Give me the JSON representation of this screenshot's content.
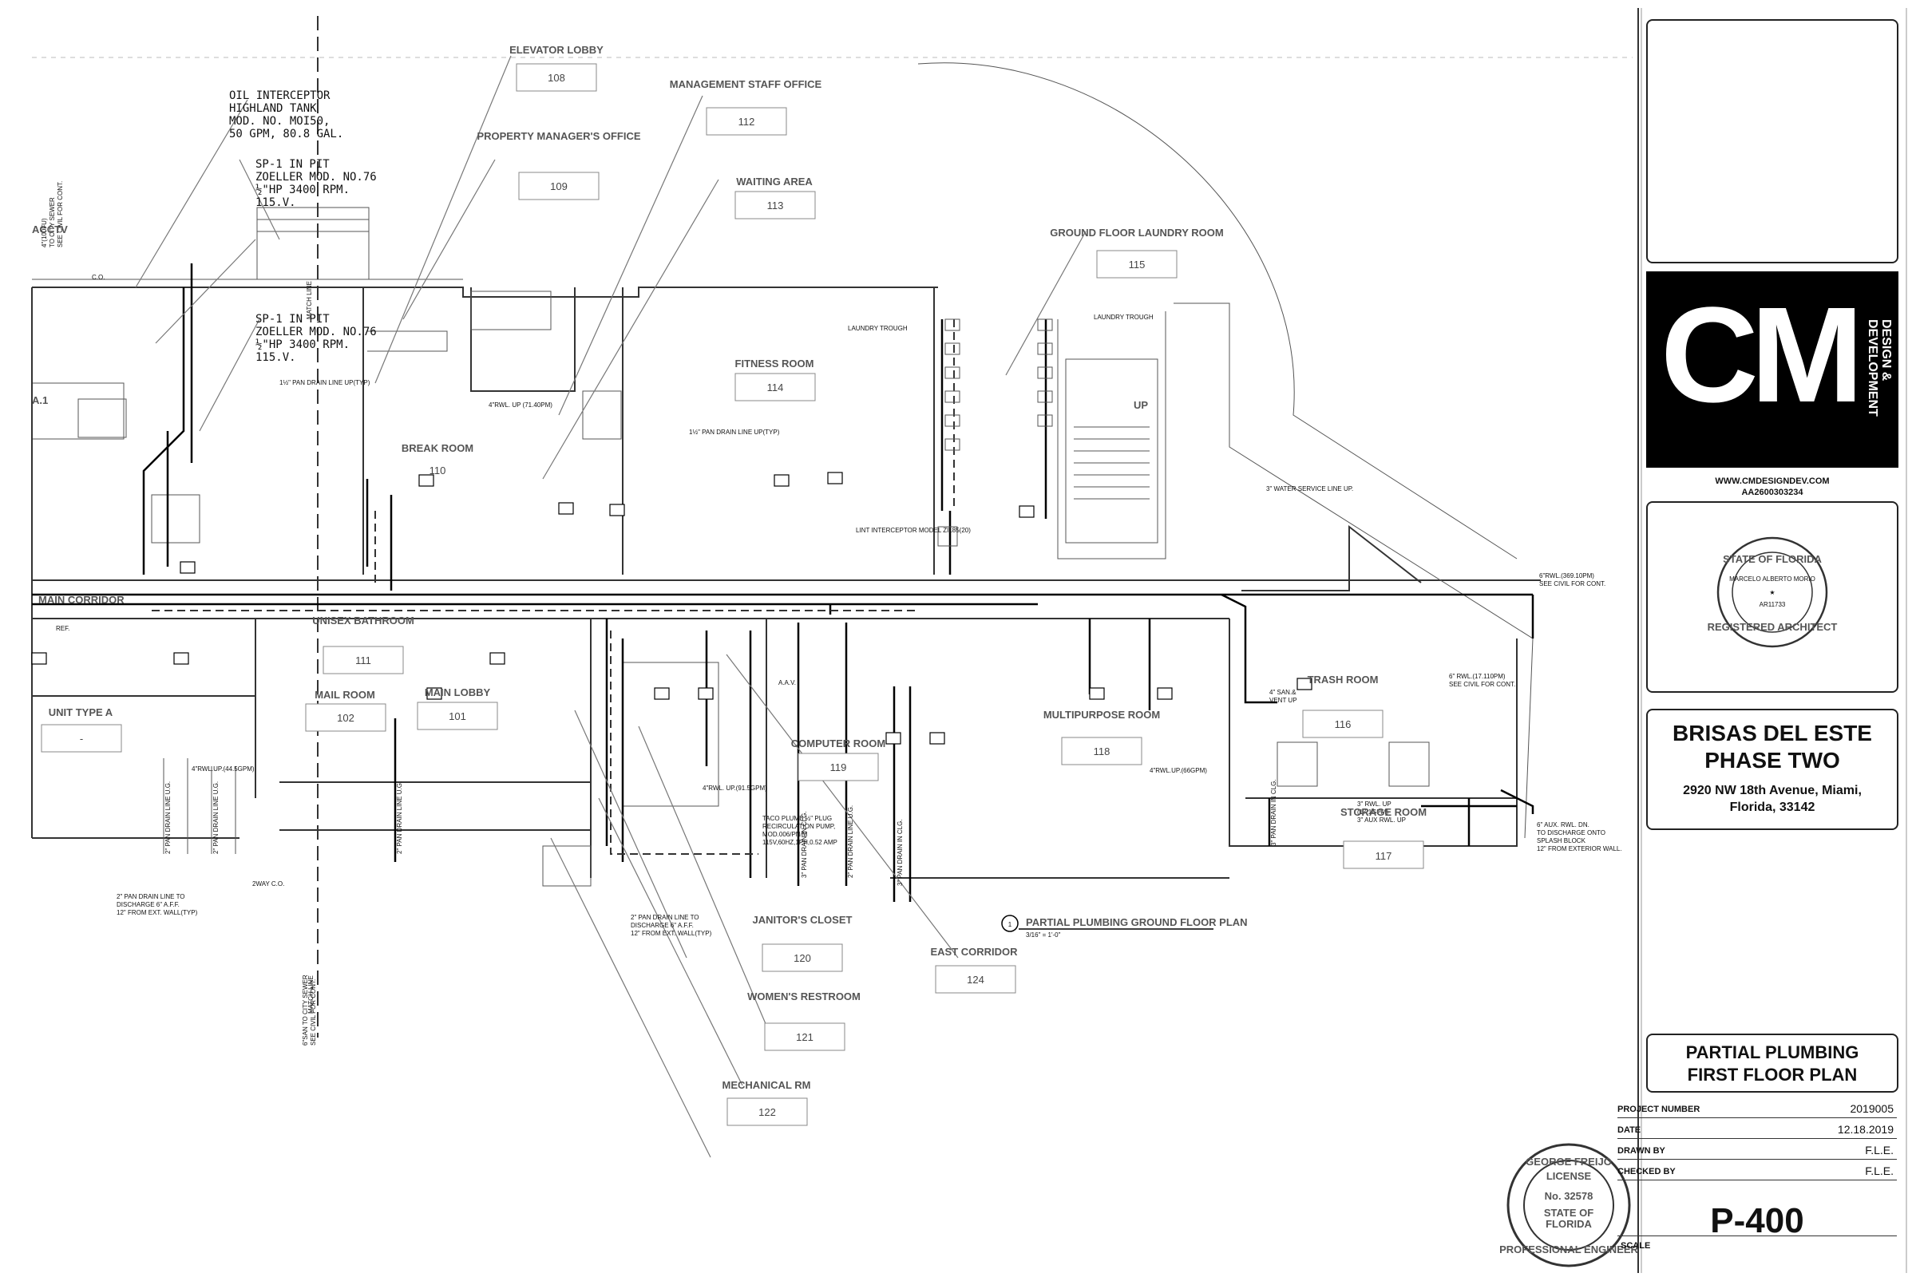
{
  "rooms": [
    {
      "name": "ELEVATOR LOBBY",
      "number": "108"
    },
    {
      "name": "MANAGEMENT STAFF OFFICE",
      "number": "112"
    },
    {
      "name": "PROPERTY MANAGER'S OFFICE",
      "number": "109"
    },
    {
      "name": "WAITING AREA",
      "number": "113"
    },
    {
      "name": "GROUND FLOOR LAUNDRY ROOM",
      "number": "115"
    },
    {
      "name": "FITNESS ROOM",
      "number": "114"
    },
    {
      "name": "BREAK ROOM",
      "number": "110"
    },
    {
      "name": "UNISEX BATHROOM",
      "number": "111"
    },
    {
      "name": "MAIL ROOM",
      "number": "102"
    },
    {
      "name": "MAIN LOBBY",
      "number": "101"
    },
    {
      "name": "UNIT TYPE A",
      "number": "-"
    },
    {
      "name": "COMPUTER ROOM",
      "number": "119"
    },
    {
      "name": "MULTIPURPOSE ROOM",
      "number": "118"
    },
    {
      "name": "TRASH ROOM",
      "number": "116"
    },
    {
      "name": "STORAGE ROOM",
      "number": "117"
    },
    {
      "name": "JANITOR'S CLOSET",
      "number": "120"
    },
    {
      "name": "EAST CORRIDOR",
      "number": "124"
    },
    {
      "name": "WOMEN'S RESTROOM",
      "number": "121"
    },
    {
      "name": "MECHANICAL RM",
      "number": "122"
    }
  ],
  "plan_labels": {
    "main_corridor": "MAIN CORRIDOR",
    "acctv": "ACCTV",
    "match_line": "MATCH LINE",
    "up": "UP",
    "co": "C.O.",
    "unit_a1": "A.1",
    "ref": "REF."
  },
  "notes": {
    "oil_interceptor": [
      "OIL INTERCEPTOR",
      "HIGHLAND TANK",
      "MOD. NO. MOI50,",
      "50 GPM, 80.8 GAL."
    ],
    "sp1_a": [
      "SP-1 IN PIT",
      "ZOELLER MOD. NO.76",
      "½\"HP 3400 RPM.",
      "115.V."
    ],
    "sp1_b": [
      "SP-1 IN PIT",
      "ZOELLER MOD. NO.76",
      "½\"HP 3400 RPM.",
      "115.V."
    ],
    "laundry_trough_1": "LAUNDRY TROUGH",
    "laundry_trough_2": "LAUNDRY TROUGH",
    "water_service": "3\" WATER SERVICE LINE UP.",
    "lint_interceptor": "LINT INTERCEPTOR MODEL ZI185(20)",
    "pan_drain_1": "1½\" PAN DRAIN LINE UP(TYP)",
    "pan_drain_2": "1½\" PAN DRAIN LINE UP(TYP)",
    "rwl_3": "4\"RWL. UP (71.40PM)",
    "pan_drain_discharge_1": [
      "2\" PAN DRAIN LINE TO",
      "DISCHARGE 6\" A.F.F.",
      "12\" FROM EXT. WALL(TYP)"
    ],
    "pan_drain_discharge_2": [
      "2\" PAN DRAIN LINE TO",
      "DISCHARGE 6\" A.F.F.",
      "12\" FROM EXT. WALL(TYP)"
    ],
    "taco_pump": [
      "TACO PLUMB ½\" PLUG",
      "RECIRCULATION PUMP,",
      "MOD.006/PN/M",
      "115V,60HZ,1PH,0.52 AMP"
    ],
    "aux_rwl": [
      "6\" AUX. RWL. DN.",
      "TO DISCHARGE ONTO",
      "SPLASH BLOCK",
      "12\" FROM EXTERIOR WALL."
    ],
    "rwl_see_civil_1": [
      "6\"RWL.(369.10PM)",
      "SEE CIVIL FOR CONT."
    ],
    "rwl_see_civil_2": [
      "6\" RWL.(17.110PM)",
      "SEE CIVIL FOR CONT."
    ],
    "rwl_up_66": "4\"RWL.UP.(66GPM)",
    "rwl_up_91": "4\"RWL. UP.(91.5GPM)",
    "rwl_up_44": "4\"RWL.UP.(44.5GPM)",
    "aav": "A.A.V.",
    "twoway_co": "2WAY C.O.",
    "san_vent": [
      "4\" SAN.&",
      "VENT UP"
    ],
    "to_city_sewer": [
      "6\"SAN TO CITY SEWER",
      "SEE CIVIL FOR CONT."
    ],
    "to_city_sewer_2": [
      "4\"(100FU)",
      "TO CITY SEWER",
      "SEE CIVIL FOR CONT."
    ],
    "rwl_3_up": [
      "3\" RWL. UP",
      "(17.1GPM)",
      "3\" AUX RWL. UP"
    ],
    "pan_drain_in_cl": "3\" PAN DRAIN IN CLG.",
    "pan_drain_uc": "2\" PAN DRAIN LINE U.G."
  },
  "plan_caption": {
    "number": "1",
    "title": "PARTIAL PLUMBING GROUND FLOOR PLAN",
    "scale": "3/16\" = 1'-0\""
  },
  "title_block": {
    "logo_letters": "CM",
    "logo_subtitle": "DESIGN & DEVELOPMENT",
    "website": "WWW.CMDESIGNDEV.COM",
    "license_no": "AA2600303234",
    "architect_seal": {
      "outer_top": "STATE OF FLORIDA",
      "name": "MARCELO ALBERTO MORIO",
      "number": "AR11733",
      "outer_bottom": "REGISTERED ARCHITECT"
    },
    "project_name_line1": "BRISAS DEL ESTE",
    "project_name_line2": "PHASE TWO",
    "address_line1": "2920 NW 18th Avenue, Miami,",
    "address_line2": "Florida, 33142",
    "sheet_title_line1": "PARTIAL PLUMBING",
    "sheet_title_line2": "FIRST FLOOR PLAN",
    "project_number_label": "PROJECT NUMBER",
    "project_number": "2019005",
    "date_label": "DATE",
    "date": "12.18.2019",
    "drawn_by_label": "DRAWN BY",
    "drawn_by": "F.L.E.",
    "checked_by_label": "CHECKED BY",
    "checked_by": "F.L.E.",
    "sheet_number": "P-400",
    "scale_label": "SCALE"
  },
  "engineer_seal": {
    "name": "GEORGE FREIJO",
    "license": "LICENSE",
    "number": "No. 32578",
    "state_line1": "STATE OF",
    "state_line2": "FLORIDA",
    "bottom": "PROFESSIONAL ENGINEER"
  }
}
